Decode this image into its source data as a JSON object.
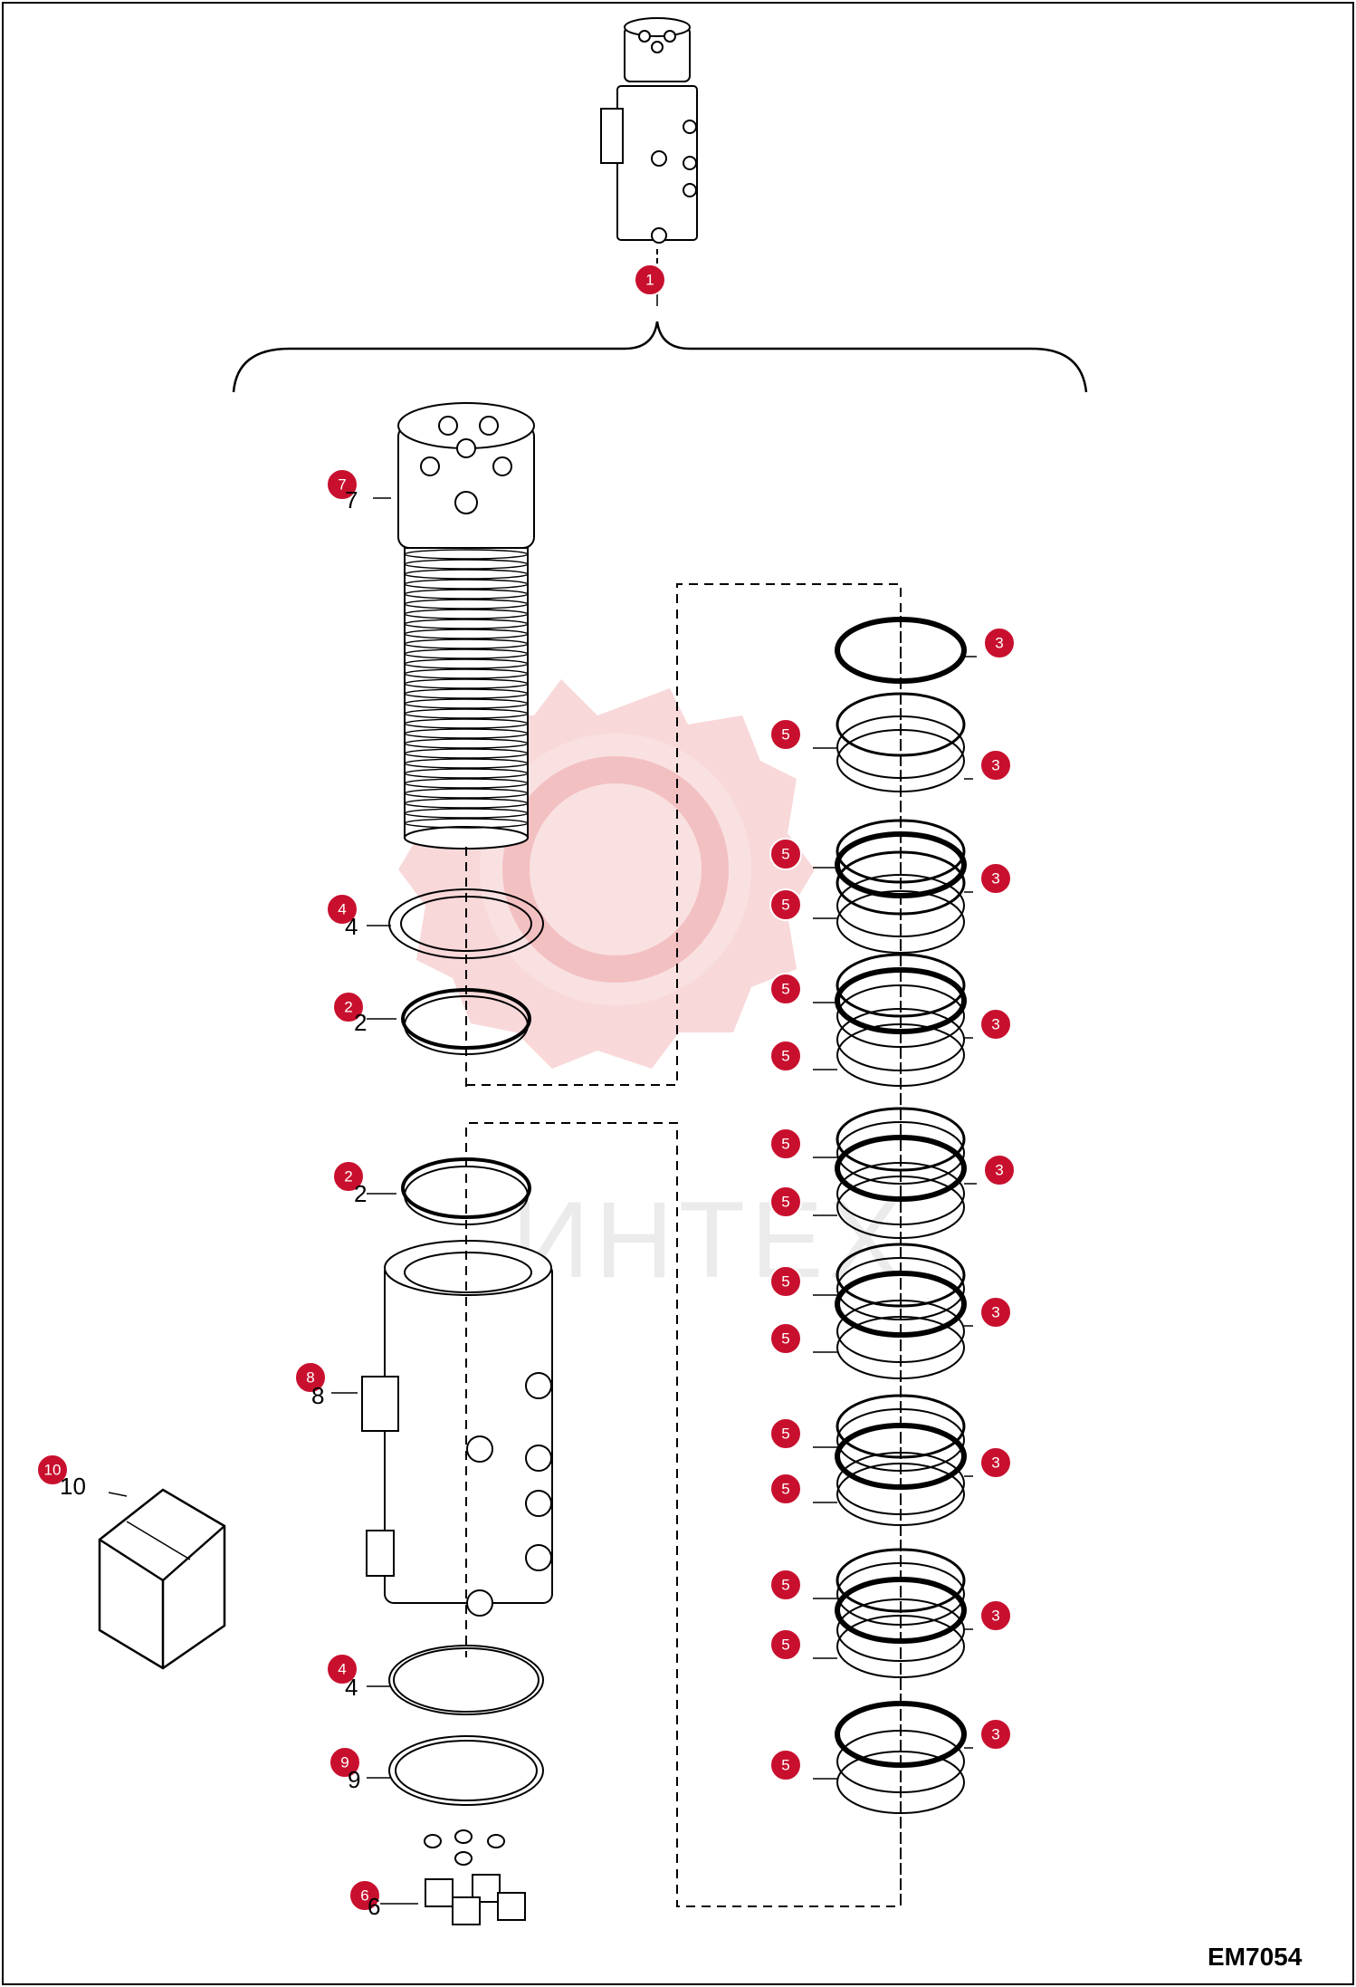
{
  "drawing_code": "EM7054",
  "watermark_text": "ИНТЕХ",
  "accent_color": "#c8102e",
  "callouts": [
    {
      "id": "c1",
      "label": "1"
    },
    {
      "id": "c7",
      "label": "7"
    },
    {
      "id": "c4a",
      "label": "4"
    },
    {
      "id": "c2a",
      "label": "2"
    },
    {
      "id": "c2b",
      "label": "2"
    },
    {
      "id": "c8",
      "label": "8"
    },
    {
      "id": "c10",
      "label": "10"
    },
    {
      "id": "c4b",
      "label": "4"
    },
    {
      "id": "c9",
      "label": "9"
    },
    {
      "id": "c6",
      "label": "6"
    },
    {
      "id": "r3_1",
      "label": "3"
    },
    {
      "id": "r5_1",
      "label": "5"
    },
    {
      "id": "r3_2",
      "label": "3"
    },
    {
      "id": "r5_2a",
      "label": "5"
    },
    {
      "id": "r3_3",
      "label": "3"
    },
    {
      "id": "r5_2b",
      "label": "5"
    },
    {
      "id": "r5_3a",
      "label": "5"
    },
    {
      "id": "r3_4",
      "label": "3"
    },
    {
      "id": "r5_3b",
      "label": "5"
    },
    {
      "id": "r5_4a",
      "label": "5"
    },
    {
      "id": "r3_5",
      "label": "3"
    },
    {
      "id": "r5_4b",
      "label": "5"
    },
    {
      "id": "r5_5a",
      "label": "5"
    },
    {
      "id": "r3_6",
      "label": "3"
    },
    {
      "id": "r5_5b",
      "label": "5"
    },
    {
      "id": "r5_6a",
      "label": "5"
    },
    {
      "id": "r3_7",
      "label": "3"
    },
    {
      "id": "r5_6b",
      "label": "5"
    },
    {
      "id": "r5_7a",
      "label": "5"
    },
    {
      "id": "r3_8",
      "label": "3"
    },
    {
      "id": "r5_7b",
      "label": "5"
    },
    {
      "id": "r3_9",
      "label": "3"
    },
    {
      "id": "r5_8",
      "label": "5"
    }
  ],
  "under_numbers": {
    "n10": "10",
    "n7": "7",
    "n4a": "4",
    "n2a": "2",
    "n2b": "2",
    "n8": "8",
    "n4b": "4",
    "n9": "9",
    "n6": "6"
  }
}
